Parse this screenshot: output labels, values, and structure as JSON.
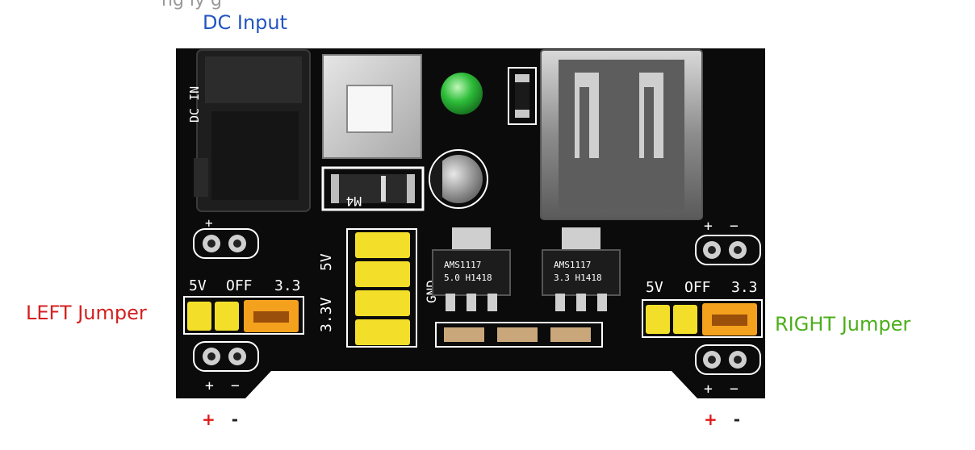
{
  "top_partial_text": "ng                ly      g",
  "labels": {
    "dc_input": "DC Input",
    "left_jumper": "LEFT Jumper",
    "right_jumper": "RIGHT Jumper"
  },
  "below_board": {
    "left_plus": "+",
    "left_minus": "-",
    "right_plus": "+",
    "right_minus": "-"
  },
  "silkscreen": {
    "dc_in": "DC IN",
    "five_v": "5V",
    "three_three_v": "3.3V",
    "gnd": "GND",
    "left_header": {
      "v5": "5V",
      "off": "OFF",
      "v33": "3.3"
    },
    "right_header": {
      "v5": "5V",
      "off": "OFF",
      "v33": "3.3"
    },
    "plus": "+",
    "minus": "−",
    "diode": "M4",
    "regulator_left": [
      "AMS1117",
      "5.0  H1418"
    ],
    "regulator_right": [
      "AMS1117",
      "3.3  H1418"
    ]
  },
  "colors": {
    "board": "#0b0b0b",
    "jumper_yellow": "#f3df2a",
    "jumper_orange": "#f4a11d",
    "led_green": "#2ebd3a",
    "dc_input_text": "#2255c0",
    "left_jumper_text": "#d42020",
    "right_jumper_text": "#4caf1a"
  }
}
